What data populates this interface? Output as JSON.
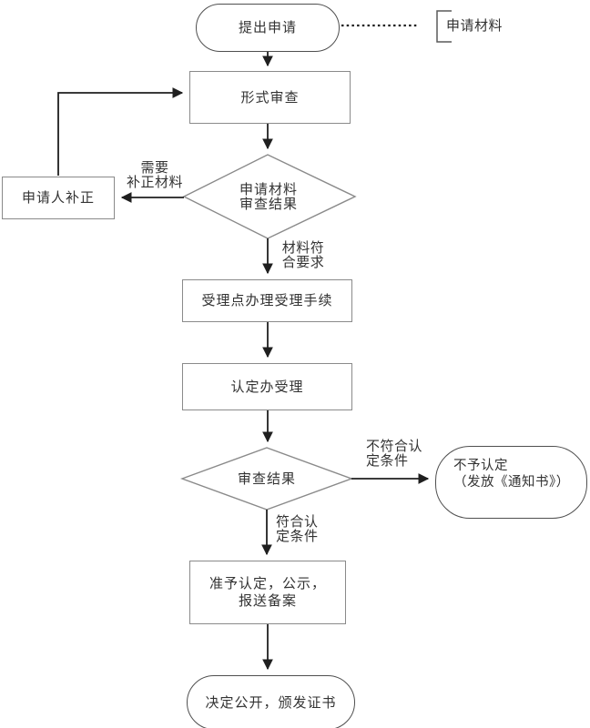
{
  "flowchart": {
    "nodes": {
      "start": {
        "label": "提出申请"
      },
      "formal_review": {
        "label": "形式审查"
      },
      "applicant_correction": {
        "label": "申请人补正"
      },
      "material_decision": {
        "label": "申请材料\n审查结果"
      },
      "acceptance_point": {
        "label": "受理点办理受理手续"
      },
      "acceptance_office": {
        "label": "认定办受理"
      },
      "review_decision": {
        "label": "审查结果"
      },
      "not_approved": {
        "label": "不予认定\n（发放《通知书》）"
      },
      "approved": {
        "label": "准予认定，公示，\n报送备案"
      },
      "final": {
        "label": "决定公开，颁发证书"
      }
    },
    "edge_labels": {
      "need_correction": "需要\n补正材料",
      "material_ok": "材料符\n合要求",
      "not_meet": "不符合认\n定条件",
      "meet": "符合认\n定条件"
    },
    "annotation": {
      "application_materials": "申请材料"
    },
    "colors": {
      "node_border": "#8a8a8a",
      "terminator_border": "#4f4f4f",
      "arrow": "#1f1f1f",
      "text": "#333333",
      "bg": "#ffffff"
    }
  }
}
